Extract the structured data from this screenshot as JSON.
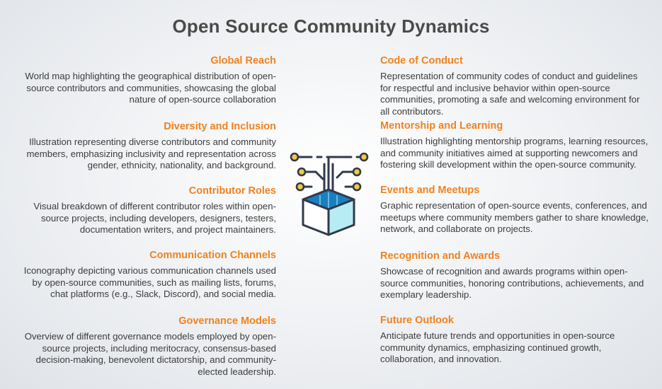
{
  "title": "Open Source Community Dynamics",
  "colors": {
    "accent": "#f0821e",
    "text": "#3c3c3c",
    "cube_light": "#b8ecf5",
    "cube_dark": "#1a7fc1",
    "node": "#f5c842",
    "line": "#2f3a4a"
  },
  "icons": [
    "network-cube-icon"
  ],
  "left": [
    {
      "heading": "Global Reach",
      "text": "World map highlighting the geographical distribution of open-source contributors and communities, showcasing the global nature of open-source collaboration"
    },
    {
      "heading": "Diversity and Inclusion",
      "text": "Illustration representing diverse contributors and community members, emphasizing inclusivity and representation across gender, ethnicity, nationality, and background."
    },
    {
      "heading": "Contributor Roles",
      "text": "Visual breakdown of different contributor roles within open-source projects, including developers, designers, testers, documentation writers, and project maintainers."
    },
    {
      "heading": "Communication Channels",
      "text": "Iconography depicting various communication channels used by open-source communities, such as mailing lists, forums, chat platforms (e.g., Slack, Discord), and social media."
    },
    {
      "heading": "Governance Models",
      "text": "Overview of different governance models employed by open-source projects, including meritocracy, consensus-based decision-making, benevolent dictatorship, and community-elected leadership."
    }
  ],
  "right": [
    {
      "heading": "Code of Conduct",
      "text": "Representation of community codes of conduct and guidelines for respectful and inclusive behavior within open-source communities, promoting a safe and welcoming environment for all contributors."
    },
    {
      "heading": "Mentorship and Learning",
      "text": "Illustration highlighting mentorship programs, learning resources, and community initiatives aimed at supporting newcomers and fostering skill development within the open-source community."
    },
    {
      "heading": "Events and Meetups",
      "text": "Graphic representation of open-source events, conferences, and meetups where community members gather to share knowledge, network, and collaborate on projects."
    },
    {
      "heading": "Recognition and Awards",
      "text": "Showcase of recognition and awards programs within open-source communities, honoring contributions, achievements, and exemplary leadership."
    },
    {
      "heading": "Future Outlook",
      "text": "Anticipate future trends and opportunities in open-source community dynamics, emphasizing continued growth, collaboration, and innovation."
    }
  ]
}
